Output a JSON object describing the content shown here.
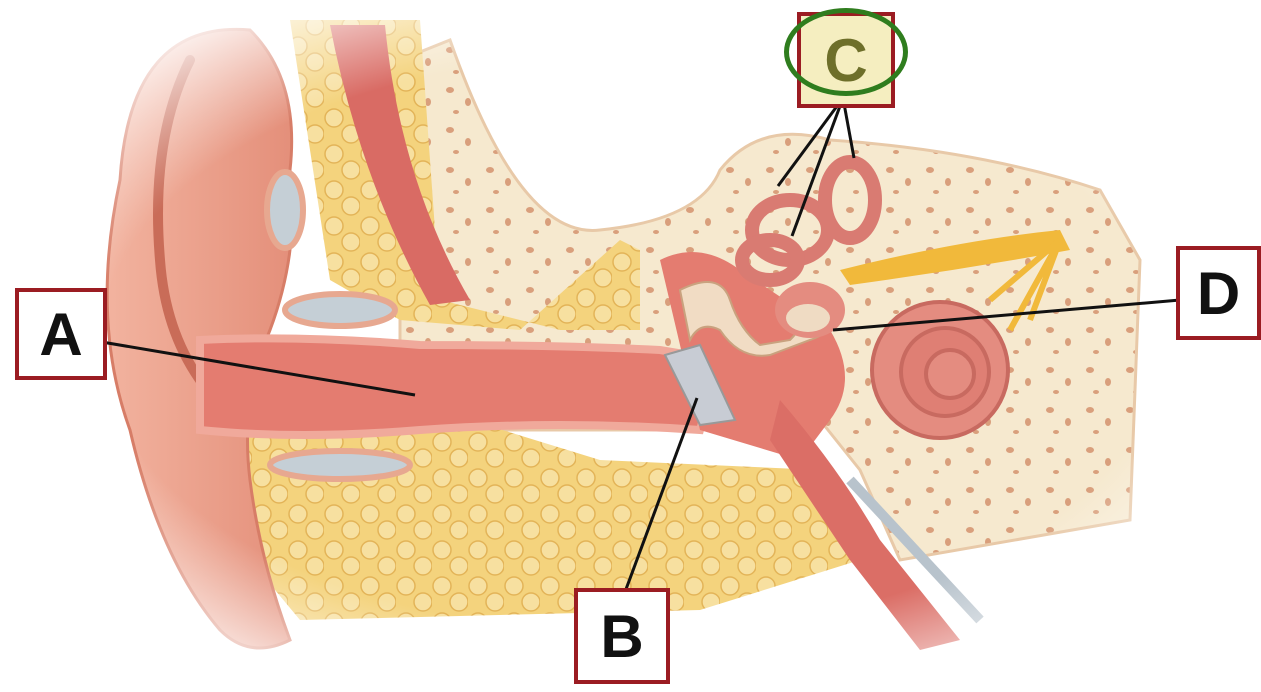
{
  "labels": {
    "a": "A",
    "b": "B",
    "c": "C",
    "d": "D"
  },
  "colors": {
    "label_border": "#9b1c22",
    "highlight_circle": "#2f7d1e",
    "skin": "#e9a08a",
    "canal": "#e07a6e",
    "bone": "#f6e8cc",
    "nerve": "#f1b93b"
  }
}
